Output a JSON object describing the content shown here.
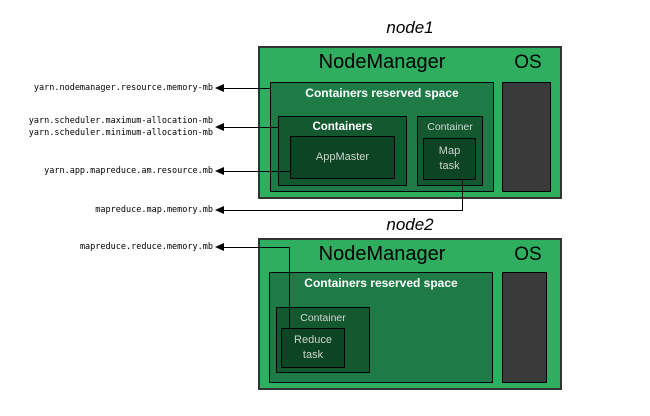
{
  "node1": {
    "title": "node1",
    "manager": "NodeManager",
    "os": "OS",
    "reserved": "Containers reserved space",
    "containers_group": {
      "label": "Containers",
      "task": "AppMaster"
    },
    "map_group": {
      "label": "Container",
      "task_line1": "Map",
      "task_line2": "task"
    }
  },
  "node2": {
    "title": "node2",
    "manager": "NodeManager",
    "os": "OS",
    "reserved": "Containers reserved space",
    "container_group": {
      "label": "Container",
      "task_line1": "Reduce",
      "task_line2": "task"
    }
  },
  "config_labels": {
    "nodemanager_resource": "yarn.nodemanager.resource.memory-mb",
    "scheduler_max": "yarn.scheduler.maximum-allocation-mb",
    "scheduler_min": "yarn.scheduler.minimum-allocation-mb",
    "am_resource": "yarn.app.mapreduce.am.resource.mb",
    "map_memory": "mapreduce.map.memory.mb",
    "reduce_memory": "mapreduce.reduce.memory.mb"
  },
  "colors": {
    "node_green": "#2fae60",
    "reserved_green": "#1e7b46",
    "container_green": "#14582f",
    "task_green": "#0d4424",
    "os_gray": "#3a3a3a",
    "line_black": "#000000"
  }
}
